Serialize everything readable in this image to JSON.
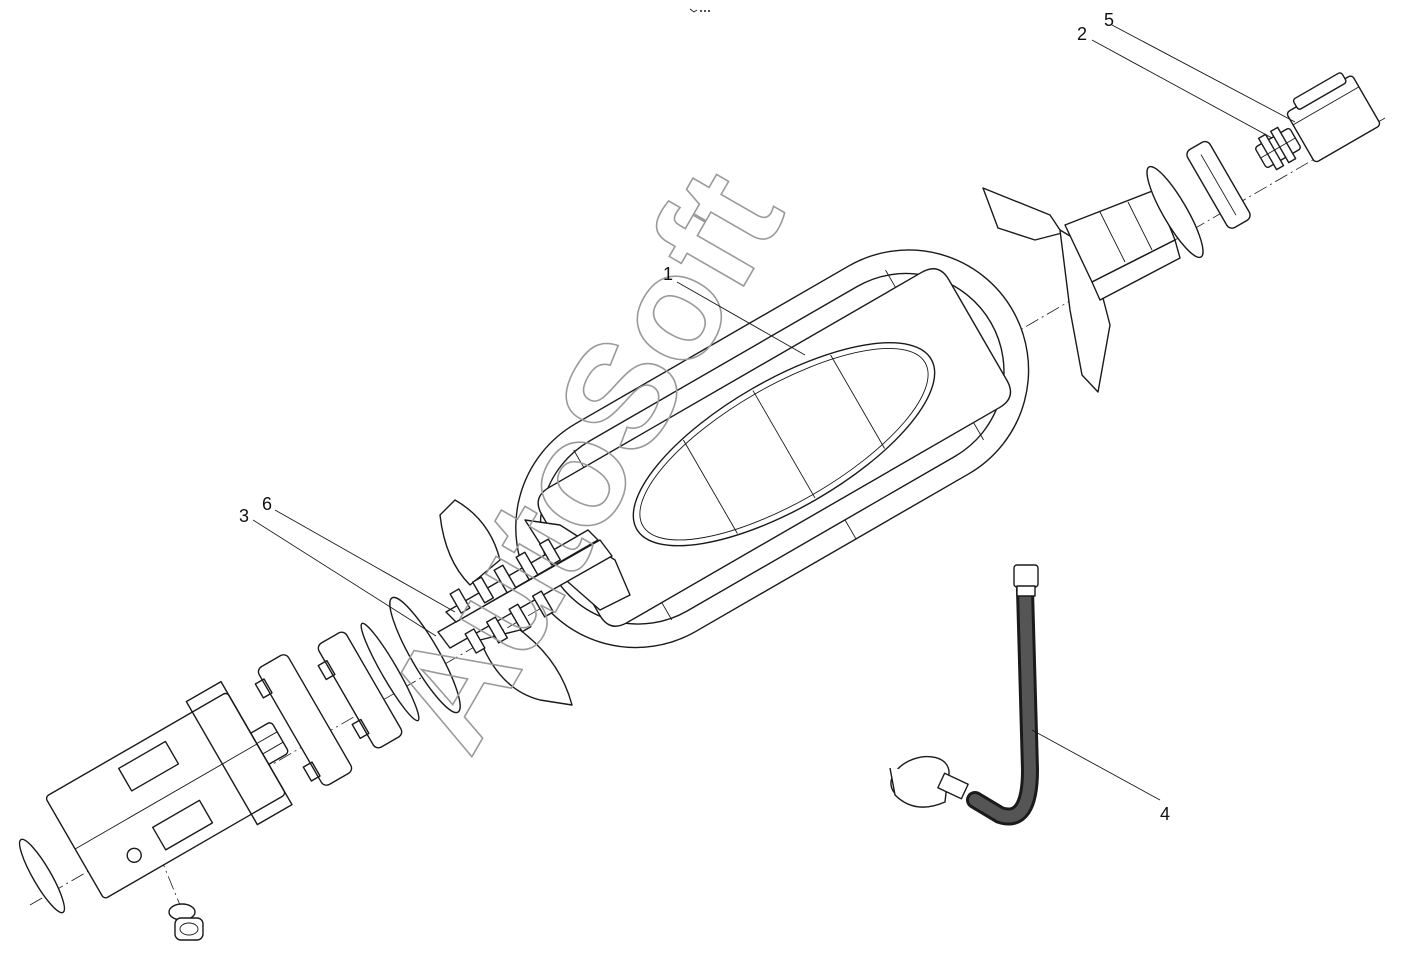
{
  "watermark": "AutoSoft",
  "callouts": [
    {
      "id": "1",
      "label": "1"
    },
    {
      "id": "2",
      "label": "2"
    },
    {
      "id": "3",
      "label": "3"
    },
    {
      "id": "4",
      "label": "4"
    },
    {
      "id": "5",
      "label": "5"
    },
    {
      "id": "6",
      "label": "6"
    }
  ],
  "colors": {
    "line": "#1a1a1a",
    "watermark": "#9a9a9a",
    "hose": "#555555",
    "background": "#ffffff"
  }
}
